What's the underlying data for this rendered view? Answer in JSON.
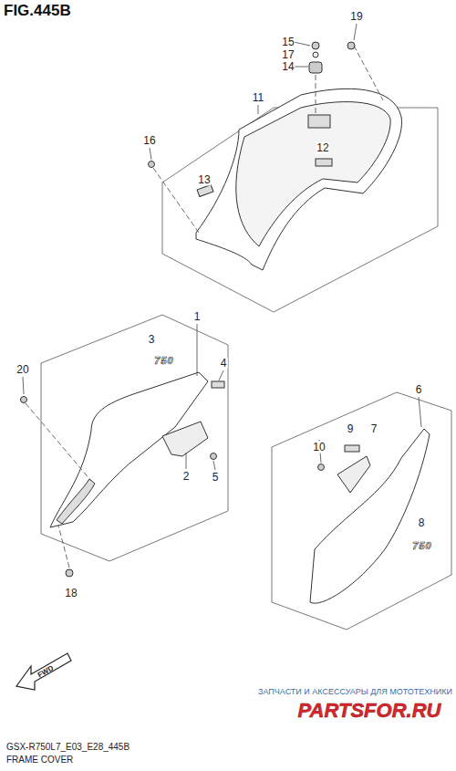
{
  "diagram": {
    "title": "FIG.445B",
    "labels": [
      "15",
      "17",
      "19",
      "14",
      "11",
      "16",
      "13",
      "12",
      "1",
      "3",
      "750",
      "4",
      "20",
      "2",
      "5",
      "18",
      "6",
      "9",
      "7",
      "10",
      "8",
      "750",
      "FWD",
      "ЗАПЧАСТИ И АКСЕССУАРЫ ДЛЯ МОТОТЕХНИКИ",
      "PARTSFOR.RU",
      "GSX-R750L7_E03_E28_445B",
      "FRAME COVER"
    ]
  }
}
